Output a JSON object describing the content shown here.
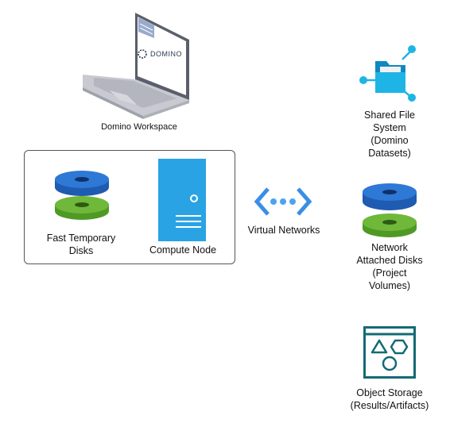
{
  "workspace": {
    "label": "Domino Workspace",
    "screen_logo": "DOMINO"
  },
  "cluster": {
    "disks_label": [
      "Fast Temporary",
      "Disks"
    ],
    "compute_label": "Compute Node"
  },
  "network": {
    "label": "Virtual Networks"
  },
  "shared_fs": {
    "label": [
      "Shared File",
      "System",
      "(Domino",
      "Datasets)"
    ]
  },
  "nad": {
    "label": [
      "Network",
      "Attached Disks",
      "(Project",
      "Volumes)"
    ]
  },
  "object_storage": {
    "label": [
      "Object Storage",
      "(Results/Artifacts)"
    ]
  },
  "colors": {
    "blue": "#2e78d6",
    "green": "#6fb83a",
    "compute": "#29a3e4",
    "teal": "#146a74",
    "folder": "#1eb4e6"
  }
}
